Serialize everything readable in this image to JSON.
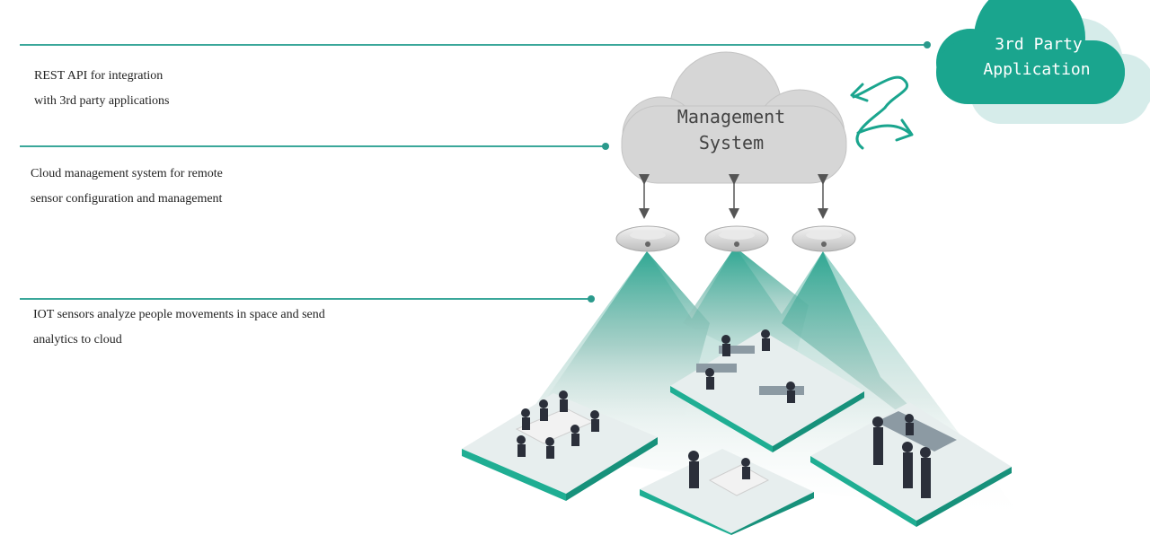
{
  "annotations": [
    {
      "lines": [
        "REST API for integration",
        "with 3rd party applications"
      ]
    },
    {
      "lines": [
        "Cloud management system for remote",
        "sensor configuration and management"
      ]
    },
    {
      "lines": [
        "IOT sensors analyze people movements in space and send",
        "analytics to cloud"
      ]
    }
  ],
  "management_cloud": {
    "lines": [
      "Management",
      "System"
    ]
  },
  "third_party_cloud": {
    "lines": [
      "3rd Party",
      "Application"
    ]
  },
  "colors": {
    "accent": "#1aa58e",
    "line": "#3aa79a",
    "cloud_gray": "#d6d6d6",
    "floor": "#1fae93"
  }
}
